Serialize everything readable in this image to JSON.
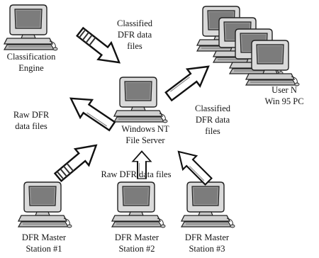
{
  "nodes": {
    "classification_engine": {
      "name_line1": "Classification",
      "name_line2": "Engine"
    },
    "file_server": {
      "name_line1": "Windows NT",
      "name_line2": "File Server"
    },
    "user_pc": {
      "name_line1": "User N",
      "name_line2": "Win 95 PC"
    },
    "master_1": {
      "name_line1": "DFR Master",
      "name_line2": "Station #1"
    },
    "master_2": {
      "name_line1": "DFR Master",
      "name_line2": "Station #2"
    },
    "master_3": {
      "name_line1": "DFR Master",
      "name_line2": "Station #3"
    }
  },
  "flows": {
    "engine_to_server": {
      "line1": "Classified",
      "line2": "DFR data",
      "line3": "files"
    },
    "server_to_engine": {
      "line1": "Raw DFR",
      "line2": "data files"
    },
    "server_to_user": {
      "line1": "Classified",
      "line2": "DFR data",
      "line3": "files"
    },
    "masters_to_server": {
      "line1": "Raw DFR data files"
    }
  }
}
